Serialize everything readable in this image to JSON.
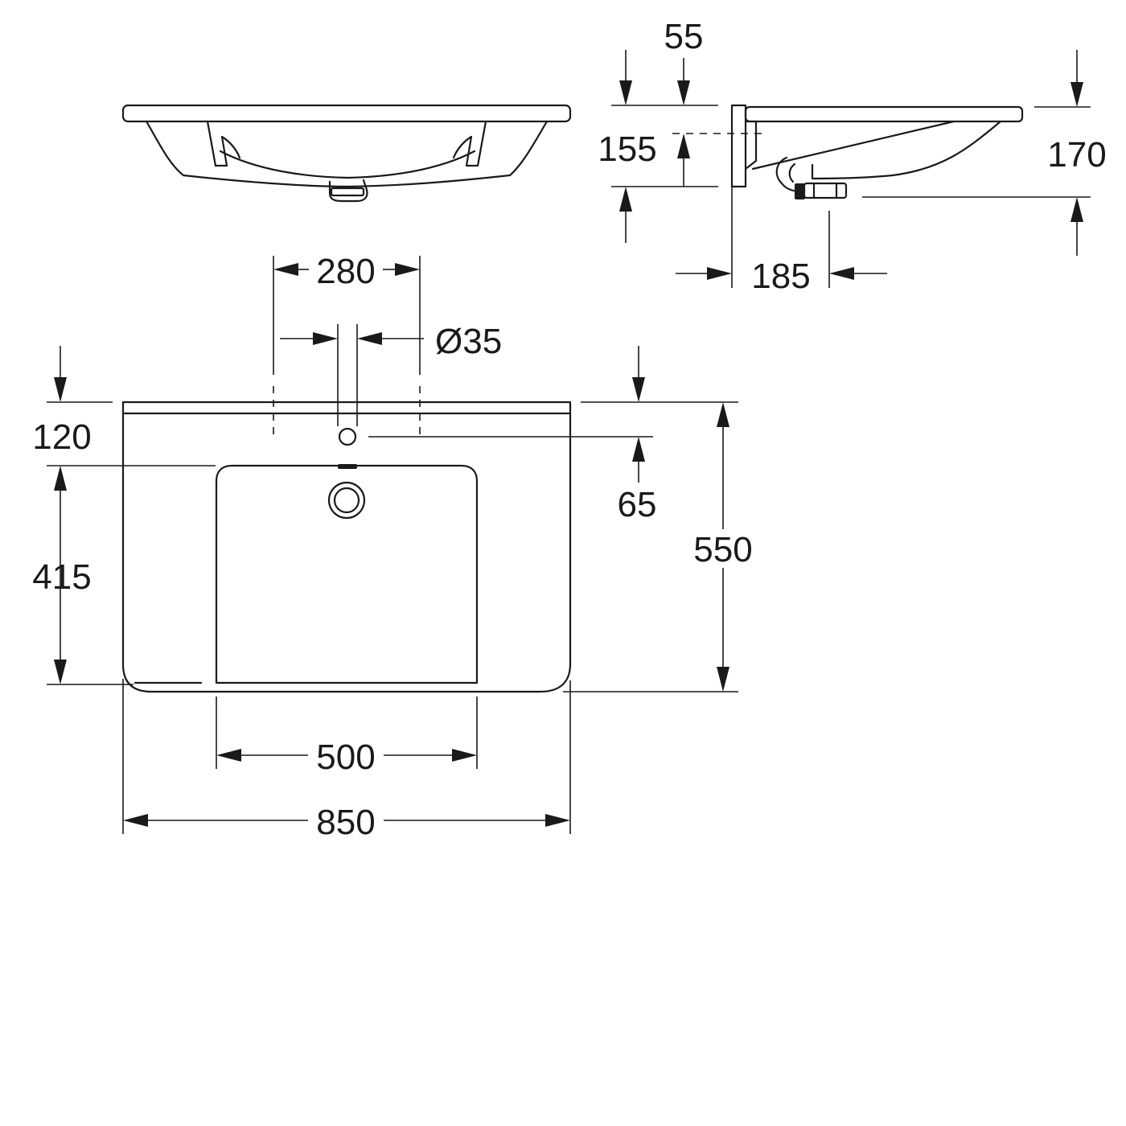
{
  "dimensions": {
    "depth_rim_front": "55",
    "bowl_height": "155",
    "overall_height": "170",
    "wall_to_waste": "185",
    "tap_hole_spacing": "280",
    "tap_hole_diameter": "Ø35",
    "tap_hole_offset": "120",
    "rim_to_tap_hole": "65",
    "bowl_depth": "415",
    "overall_depth": "550",
    "bowl_width": "500",
    "overall_width": "850"
  }
}
